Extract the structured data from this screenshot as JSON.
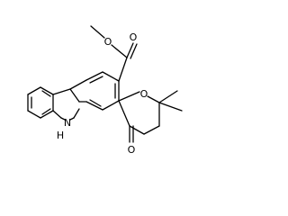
{
  "molecule": {
    "atom_labels": {
      "ester_oxygen": "O",
      "carbonyl_oxygen_ester": "O",
      "pyran_oxygen": "O",
      "ketone_oxygen": "O",
      "indole_nh_n": "N",
      "indole_nh_h": "H"
    },
    "colors": {
      "bond": "#000000",
      "label": "#000000",
      "background": "#ffffff"
    }
  }
}
